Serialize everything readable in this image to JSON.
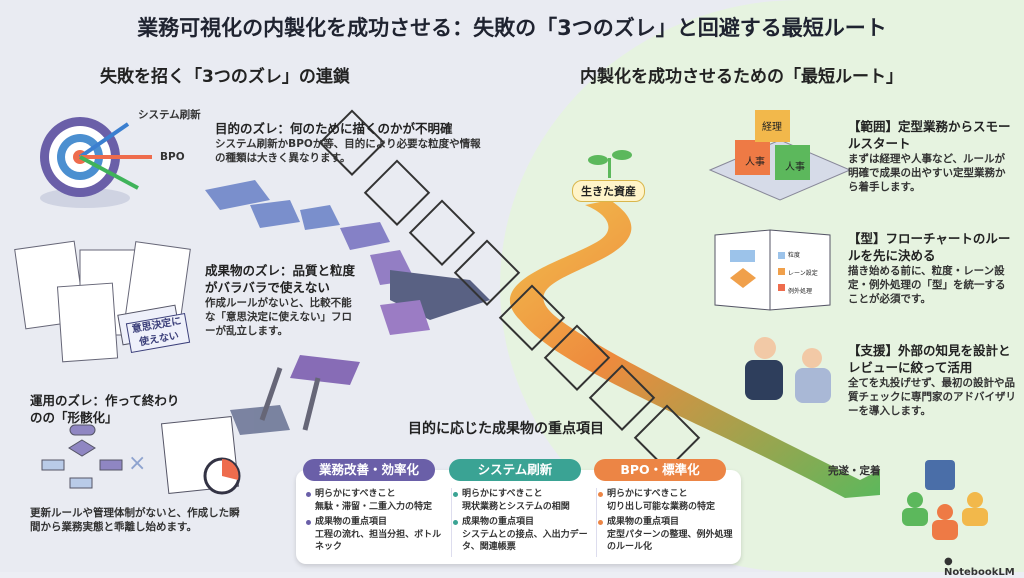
{
  "title": "業務可視化の内製化を成功させる：失敗の「3つのズレ」と回避する最短ルート",
  "left": {
    "heading": "失敗を招く「3つのズレ」の連鎖",
    "target_labels": [
      "システム刷新",
      "BPO"
    ],
    "items": [
      {
        "heading": "目的のズレ：何のために描くのかが不明確",
        "text": "システム刷新かBPOか等、目的により必要な粒度や情報の種類は大きく異なります。"
      },
      {
        "heading": "成果物のズレ：品質と粒度がバラバラで使えない",
        "text": "作成ルールがないと、比較不能な「意思決定に使えない」フローが乱立します。"
      },
      {
        "heading": "運用のズレ：作って終わりのの「形骸化」",
        "text": "更新ルールや管理体制がないと、作成した瞬間から業務実態と乖離し始めます。"
      }
    ],
    "stamp": "意思決定に使えない"
  },
  "right": {
    "heading": "内製化を成功させるための「最短ルート」",
    "road_start": "生きた資産",
    "road_end": "完遂・定着",
    "cube_labels": [
      "経理",
      "人事",
      "人事"
    ],
    "book_legend": [
      "粒度",
      "レーン設定",
      "例外処理"
    ],
    "items": [
      {
        "heading": "【範囲】定型業務からスモールスタート",
        "text": "まずは経理や人事など、ルールが明確で成果の出やすい定型業務から着手します。"
      },
      {
        "heading": "【型】フローチャートのルールを先に決める",
        "text": "描き始める前に、粒度・レーン設定・例外処理の「型」を統一することが必須です。"
      },
      {
        "heading": "【支援】外部の知見を設計とレビューに絞って活用",
        "text": "全てを丸投げせず、最初の設計や品質チェックに専門家のアドバイザリーを導入します。"
      }
    ]
  },
  "focus": {
    "heading": "目的に応じた成果物の重点項目",
    "columns": [
      {
        "label": "業務改善・効率化",
        "color": "#6a5fa8",
        "q1": "明らかにすべきこと",
        "a1": "無駄・滞留・二重入力の特定",
        "q2": "成果物の重点項目",
        "a2": "工程の流れ、担当分担、ボトルネック"
      },
      {
        "label": "システム刷新",
        "color": "#3aa394",
        "q1": "明らかにすべきこと",
        "a1": "現状業務とシステムの相関",
        "q2": "成果物の重点項目",
        "a2": "システムとの接点、入出力データ、関連帳票"
      },
      {
        "label": "BPO・標準化",
        "color": "#ec8545",
        "q1": "明らかにすべきこと",
        "a1": "切り出し可能な業務の特定",
        "q2": "成果物の重点項目",
        "a2": "定型パターンの整理、例外処理のルール化"
      }
    ]
  },
  "brand": "NotebookLM"
}
